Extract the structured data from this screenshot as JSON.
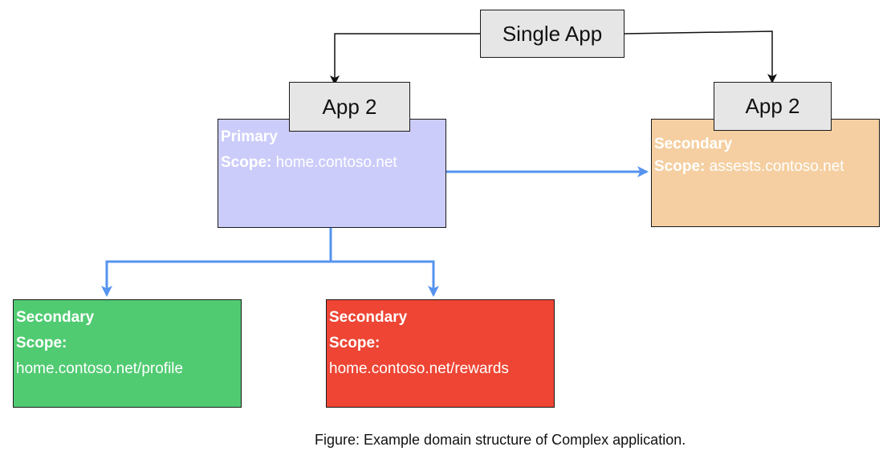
{
  "diagram": {
    "root": {
      "label": "Single App"
    },
    "left_app": {
      "label": "App 2",
      "role": "Primary",
      "scope_label": "Scope:",
      "scope_value": "home.contoso.net",
      "fill": "#ccccfa"
    },
    "right_app": {
      "label": "App 2",
      "role": "Secondary",
      "scope_label": "Scope:",
      "scope_value": "assests.contoso.net",
      "fill": "#f5cfa1"
    },
    "child_left": {
      "role": "Secondary",
      "scope_label": "Scope:",
      "scope_value": "home.contoso.net/profile",
      "fill": "#51cb72"
    },
    "child_right": {
      "role": "Secondary",
      "scope_label": "Scope:",
      "scope_value": "home.contoso.net/rewards",
      "fill": "#ee4534"
    },
    "connector_colors": {
      "black": "#111111",
      "blue": "#5593ef"
    }
  },
  "caption": "Figure: Example domain structure of Complex application."
}
